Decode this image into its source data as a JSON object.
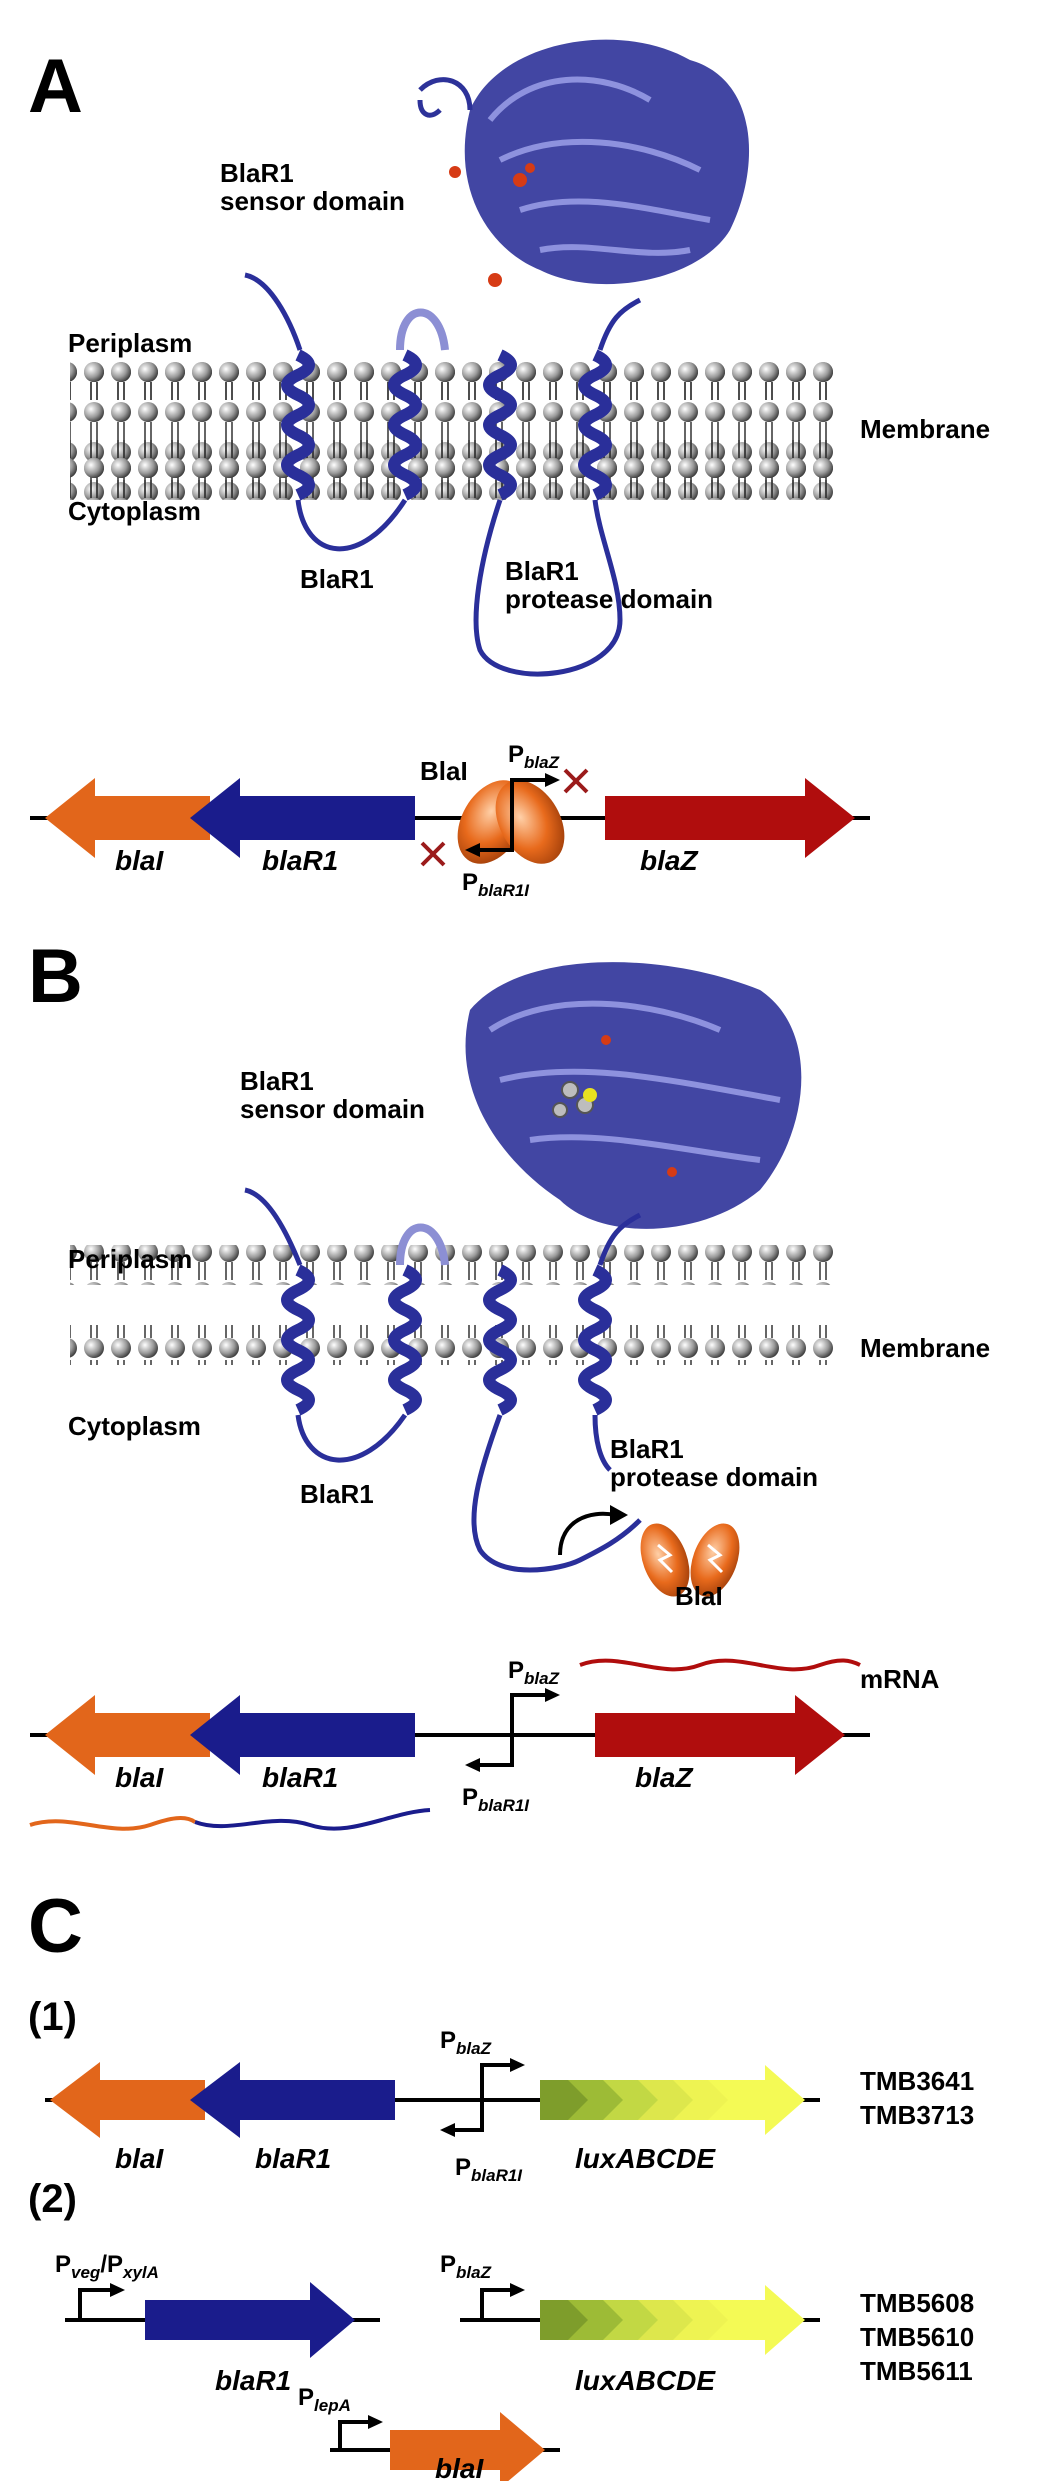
{
  "colors": {
    "blaI": "#e2661b",
    "blaR1": "#1a1c8c",
    "blaZ": "#b00d0d",
    "protein": "#2a2f9a",
    "protein_light": "#8c8fd4",
    "lux_dark": "#7e9d2b",
    "lux_light": "#f4fa55",
    "stop_x": "#9b1b1b"
  },
  "panels": {
    "A": {
      "letter": "A",
      "sensor_label": [
        "BlaR1",
        "sensor domain"
      ],
      "periplasm": "Periplasm",
      "cytoplasm": "Cytoplasm",
      "membrane": "Membrane",
      "blar1": "BlaR1",
      "protease_label": [
        "BlaR1",
        "protease domain"
      ],
      "blai_protein": "BlaI",
      "genes": [
        "blaI",
        "blaR1",
        "blaZ"
      ]
    },
    "B": {
      "letter": "B",
      "sensor_label": [
        "BlaR1",
        "sensor domain"
      ],
      "periplasm": "Periplasm",
      "cytoplasm": "Cytoplasm",
      "membrane": "Membrane",
      "blar1": "BlaR1",
      "protease_label": [
        "BlaR1",
        "protease domain"
      ],
      "blai_protein": "BlaI",
      "mrna": "mRNA",
      "genes": [
        "blaI",
        "blaR1",
        "blaZ"
      ]
    },
    "C": {
      "letter": "C",
      "construct1": {
        "label": "(1)",
        "genes": [
          "blaI",
          "blaR1",
          "luxABCDE"
        ],
        "strains": [
          "TMB3641",
          "TMB3713"
        ]
      },
      "construct2": {
        "label": "(2)",
        "genes": [
          "blaR1",
          "luxABCDE",
          "blaI"
        ],
        "strains": [
          "TMB5608",
          "TMB5610",
          "TMB5611"
        ]
      }
    }
  },
  "promoters": {
    "p": "P",
    "blaZ_sub": "blaZ",
    "blaR1I_sub": "blaR1I",
    "veg_sub": "veg",
    "slash": "/P",
    "xylA_sub": "xylA",
    "lepA_sub": "lepA"
  }
}
